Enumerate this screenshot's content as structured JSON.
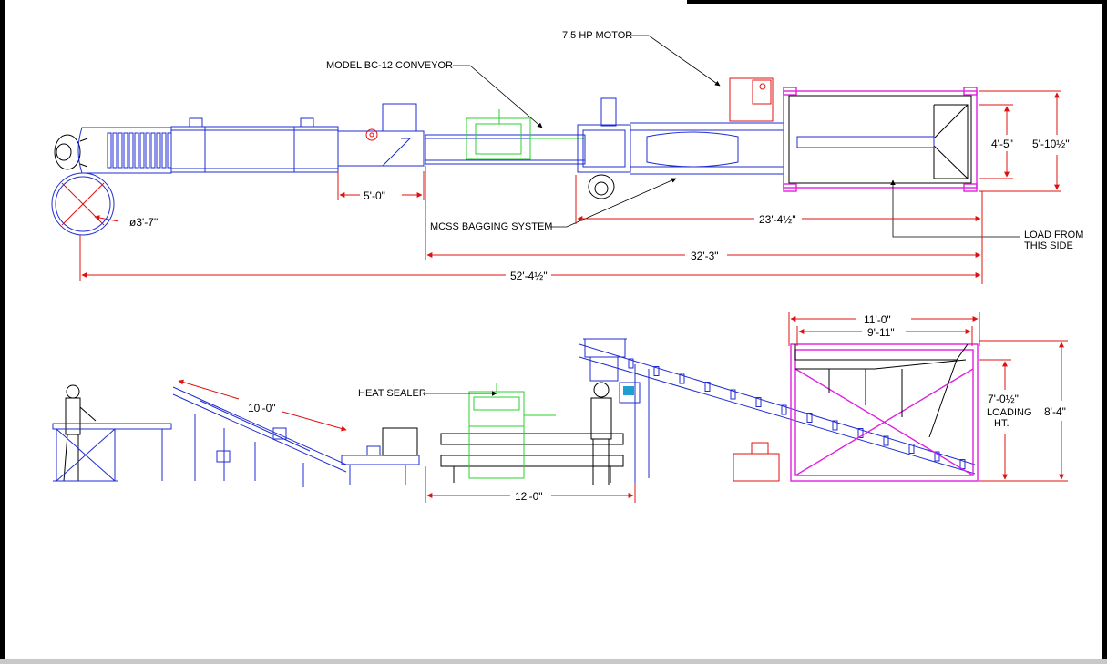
{
  "labels": {
    "motor": "7.5 HP MOTOR",
    "conveyor": "MODEL BC-12 CONVEYOR",
    "bagging": "MCSS BAGGING SYSTEM",
    "heat_sealer": "HEAT SEALER",
    "load_line1": "LOAD FROM",
    "load_line2": "THIS SIDE",
    "loading_line1": "LOADING",
    "loading_line2": "HT."
  },
  "dims": {
    "d_5_0": "5'-0\"",
    "d_dia": "ø3'-7\"",
    "d_4_5": "4'-5\"",
    "d_5_10h": "5'-10½\"",
    "d_23_4h": "23'-4½\"",
    "d_32_3": "32'-3\"",
    "d_52_4h": "52'-4½\"",
    "d_10_0": "10'-0\"",
    "d_11_0": "11'-0\"",
    "d_9_11": "9'-11\"",
    "d_12_0": "12'-0\"",
    "d_7_0h": "7'-0½\"",
    "d_8_4": "8'-4\""
  },
  "colors": {
    "equipment": "#1f2bd0",
    "sealer": "#2bd12b",
    "hopper": "#e020e0",
    "motor": "#e01010",
    "dimension": "#e01010"
  }
}
